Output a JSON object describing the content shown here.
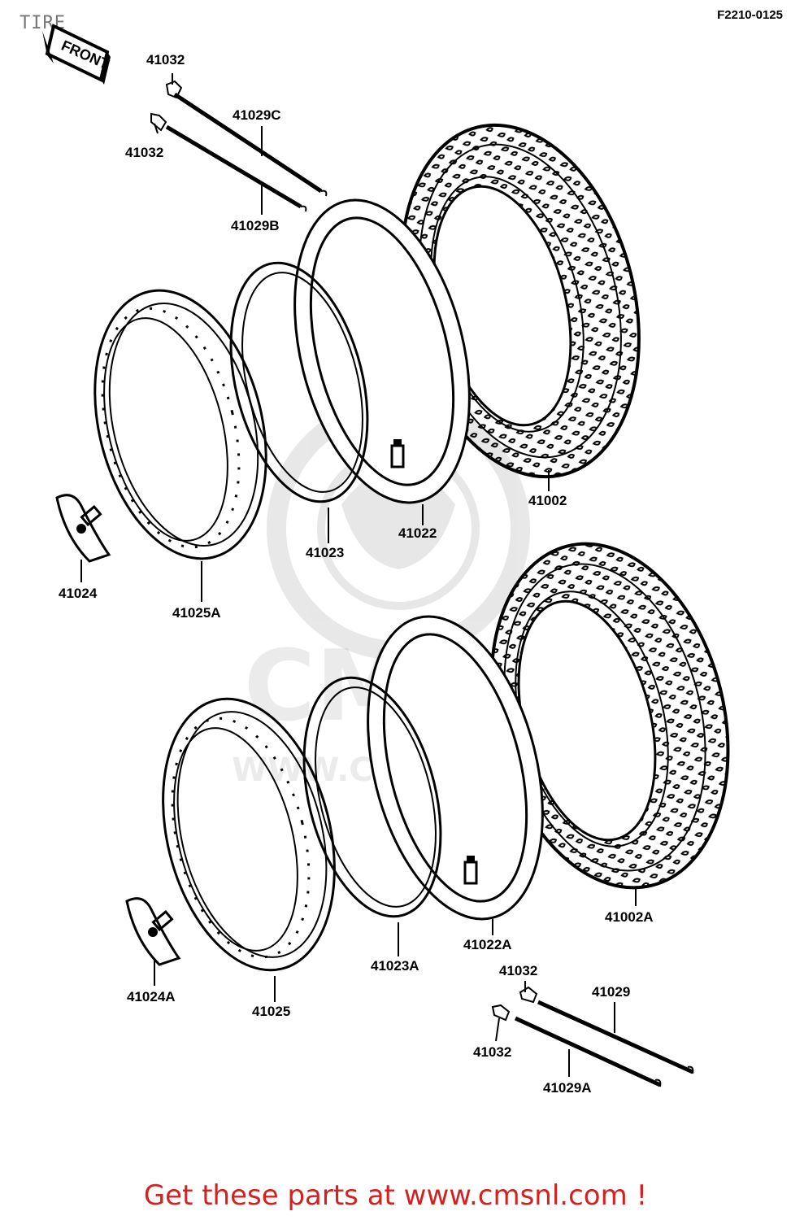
{
  "header": {
    "title": "TIRE",
    "diagram_code": "F2210-0125"
  },
  "front_tag": "FRONT",
  "watermark": {
    "brand": "CMS",
    "url": "WWW.CMSNL.COM"
  },
  "labels": {
    "p41032_a": "41032",
    "p41032_b": "41032",
    "p41029C": "41029C",
    "p41029B": "41029B",
    "p41002": "41002",
    "p41022": "41022",
    "p41023": "41023",
    "p41024": "41024",
    "p41025A": "41025A",
    "p41002A": "41002A",
    "p41022A": "41022A",
    "p41023A": "41023A",
    "p41024A": "41024A",
    "p41025": "41025",
    "p41032_c": "41032",
    "p41032_d": "41032",
    "p41029": "41029",
    "p41029A": "41029A"
  },
  "footer": {
    "cta": "Get these parts at www.cmsnl.com !"
  },
  "colors": {
    "line": "#000000",
    "cta": "#d42020",
    "title": "#777777"
  }
}
